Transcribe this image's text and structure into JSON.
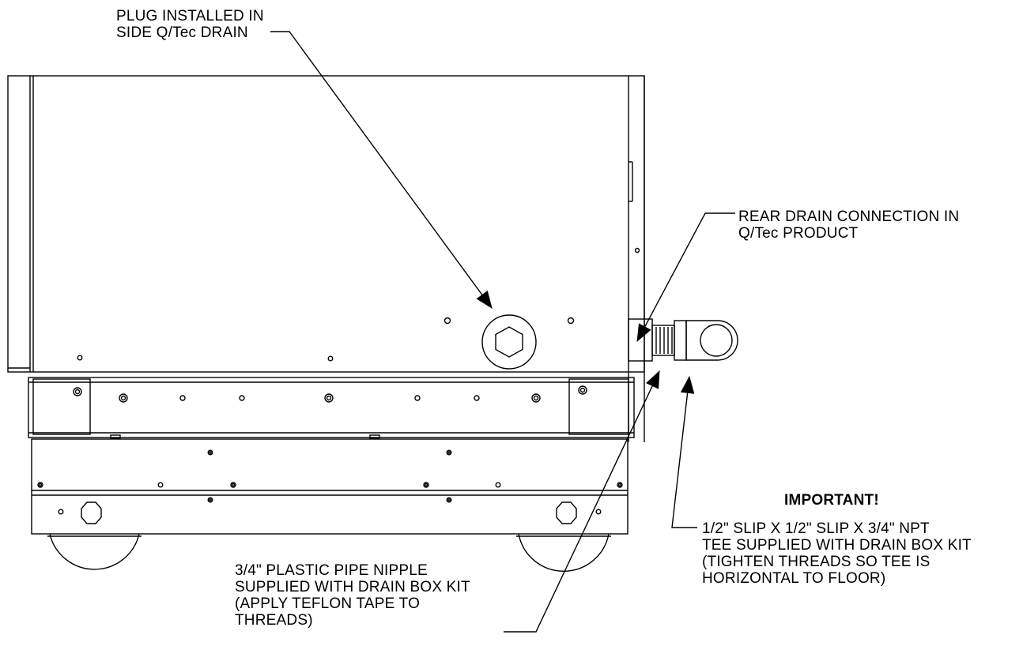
{
  "callouts": {
    "plug": "PLUG INSTALLED IN\nSIDE Q/Tec DRAIN",
    "rear_drain": "REAR DRAIN CONNECTION IN\nQ/Tec PRODUCT",
    "important": "IMPORTANT!",
    "tee": "1/2\" SLIP X 1/2\" SLIP X 3/4\" NPT\nTEE SUPPLIED WITH DRAIN BOX KIT\n(TIGHTEN THREADS SO TEE IS\nHORIZONTAL TO FLOOR)",
    "nipple": "3/4\" PLASTIC PIPE NIPPLE\nSUPPLIED WITH DRAIN BOX KIT\n(APPLY TEFLON TAPE TO\nTHREADS)"
  }
}
